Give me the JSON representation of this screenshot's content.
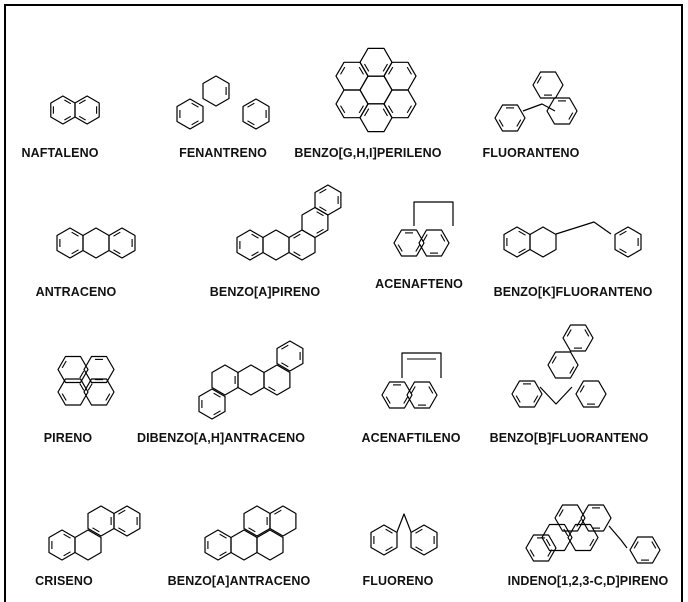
{
  "colors": {
    "line": "#000000",
    "label": "#111111",
    "background": "#ffffff"
  },
  "compounds": [
    {
      "id": "naftaleno",
      "label": "NAFTALENO"
    },
    {
      "id": "fenantreno",
      "label": "FENANTRENO"
    },
    {
      "id": "benzo-ghi-perileno",
      "label": "BENZO[G,H,I]PERILENO"
    },
    {
      "id": "fluoranteno",
      "label": "FLUORANTENO"
    },
    {
      "id": "antraceno",
      "label": "ANTRACENO"
    },
    {
      "id": "benzo-a-pireno",
      "label": "BENZO[A]PIRENO"
    },
    {
      "id": "acenafteno",
      "label": "ACENAFTENO"
    },
    {
      "id": "benzo-k-fluoranteno",
      "label": "BENZO[K]FLUORANTENO"
    },
    {
      "id": "pireno",
      "label": "PIRENO"
    },
    {
      "id": "dibenzo-ah-antraceno",
      "label": "DIBENZO[A,H]ANTRACENO"
    },
    {
      "id": "acenaftileno",
      "label": "ACENAFTILENO"
    },
    {
      "id": "benzo-b-fluoranteno",
      "label": "BENZO[B]FLUORANTENO"
    },
    {
      "id": "criseno",
      "label": "CRISENO"
    },
    {
      "id": "benzo-a-antraceno",
      "label": "BENZO[A]ANTRACENO"
    },
    {
      "id": "fluoreno",
      "label": "FLUORENO"
    },
    {
      "id": "indeno-123cd-pireno",
      "label": "INDENO[1,2,3-C,D]PIRENO"
    }
  ]
}
